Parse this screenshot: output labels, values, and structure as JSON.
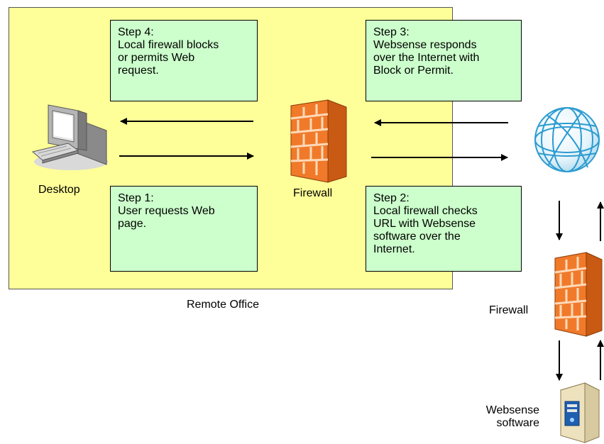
{
  "region": {
    "label": "Remote Office"
  },
  "steps": [
    {
      "id": "step1",
      "text": "Step 1:\nUser requests Web\npage."
    },
    {
      "id": "step2",
      "text": "Step 2:\nLocal firewall checks\nURL with Websense\nsoftware over the\nInternet."
    },
    {
      "id": "step3",
      "text": "Step 3:\nWebsense responds\nover the Internet with\nBlock or Permit."
    },
    {
      "id": "step4",
      "text": "Step 4:\nLocal firewall blocks\nor permits Web\nrequest."
    }
  ],
  "nodes": {
    "desktop": {
      "label": "Desktop",
      "icon": "desktop-computer-icon"
    },
    "local_firewall": {
      "label": "Firewall",
      "icon": "firewall-icon"
    },
    "internet": {
      "label": "",
      "icon": "globe-icon"
    },
    "remote_firewall": {
      "label": "Firewall",
      "icon": "firewall-icon"
    },
    "websense": {
      "label": "Websense\nsoftware",
      "icon": "server-icon"
    }
  },
  "colors": {
    "office_bg": "#ffff99",
    "step_bg": "#ccffcc",
    "firewall": "#f07a2a",
    "globe": "#3aa8d8"
  }
}
